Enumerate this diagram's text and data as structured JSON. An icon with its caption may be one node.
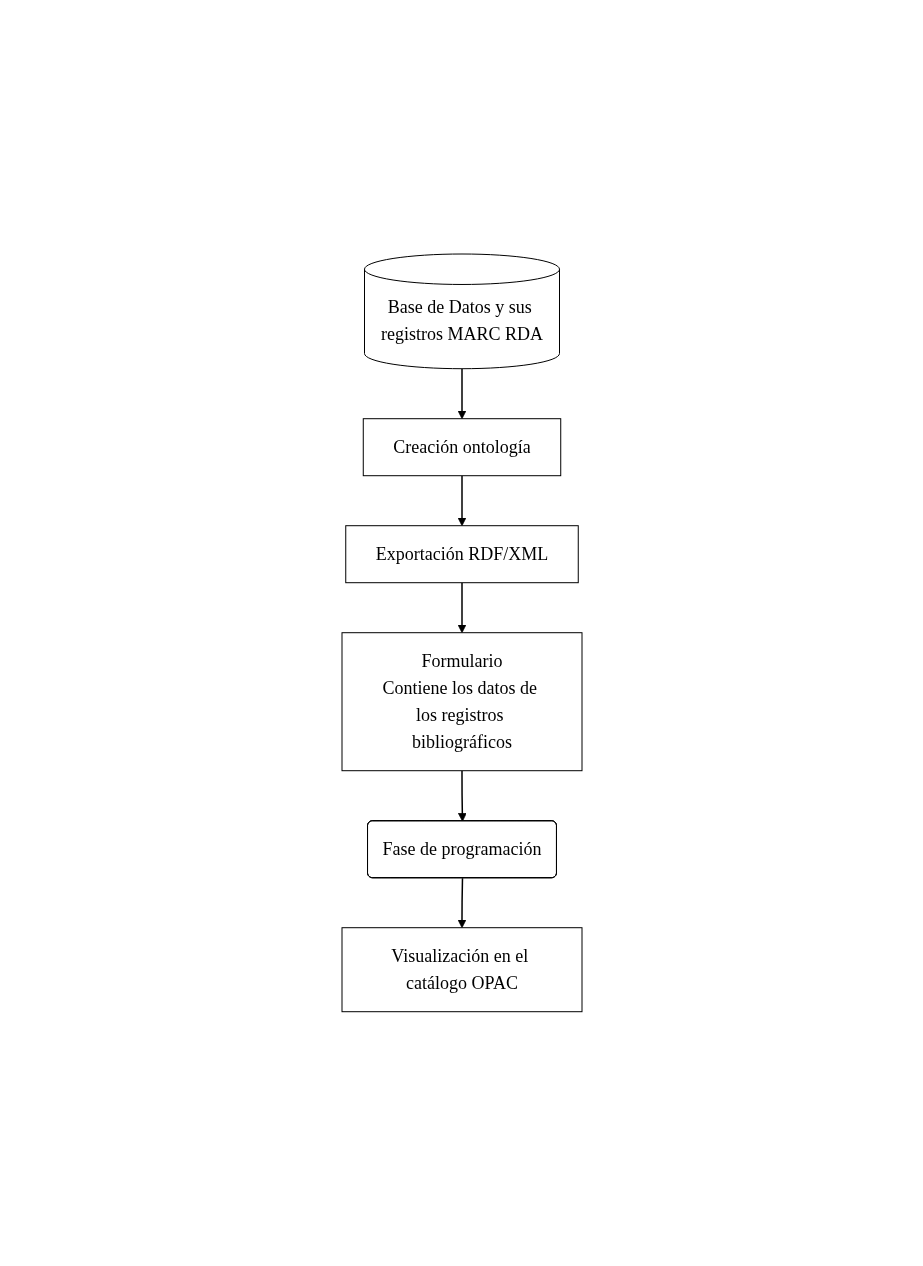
{
  "diagram": {
    "nodes": [
      {
        "text": [
          "Base de Datos y sus registros MARC RDA"
        ]
      },
      {
        "text": [
          "Creación ontología"
        ]
      },
      {
        "text": [
          "Exportación RDF/XML"
        ]
      },
      {
        "text": [
          "Formulario",
          "Contiene los datos de los registros bibliográficos"
        ]
      },
      {
        "text": [
          "Fase de programación"
        ]
      },
      {
        "text": [
          "Visualización en el catálogo OPAC"
        ]
      }
    ],
    "edges": [
      {
        "from": 0,
        "to": 1,
        "arrow": "to"
      },
      {
        "from": 1,
        "to": 2,
        "arrow": "to"
      },
      {
        "from": 2,
        "to": 3,
        "arrow": "to"
      },
      {
        "from": 3,
        "to": 4,
        "arrow": "to"
      },
      {
        "from": 4,
        "to": 5,
        "arrow": "to"
      }
    ]
  }
}
